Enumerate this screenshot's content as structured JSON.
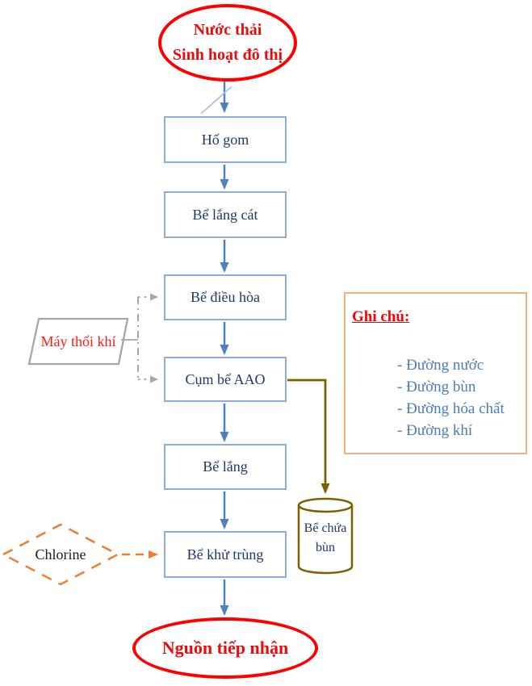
{
  "flowchart": {
    "source": {
      "line1": "Nước thải",
      "line2": "Sinh hoạt đô thị"
    },
    "steps": {
      "ho_gom": "Hố gom",
      "be_lang_cat": "Bể lắng cát",
      "be_dieu_hoa": "Bể điều hòa",
      "cum_be_aao": "Cụm bể AAO",
      "be_lang": "Bể lắng",
      "be_khu_trung": "Bể khử trùng"
    },
    "sink": "Nguồn tiếp nhận",
    "side_nodes": {
      "air_blower": "Máy thổi khí",
      "chlorine": "Chlorine",
      "sludge_tank_line1": "Bể chứa",
      "sludge_tank_line2": "bùn"
    }
  },
  "legend": {
    "title": "Ghi chú:",
    "items": [
      {
        "label": "- Đường nước",
        "style": "solid",
        "color": "#4f81bd"
      },
      {
        "label": "- Đường bùn",
        "style": "solid",
        "color": "#7f6000"
      },
      {
        "label": "- Đường hóa chất",
        "style": "dashed",
        "color": "#ed7d31"
      },
      {
        "label": "- Đường khí",
        "style": "dash-dot",
        "color": "#a6a6a6"
      }
    ]
  },
  "colors": {
    "water_line": "#4f81bd",
    "sludge_line": "#7f6000",
    "chemical_line": "#ed7d31",
    "air_line": "#a6a6a6",
    "process_border": "#8faadc",
    "process_text": "#1f3864",
    "terminal_red": "#ff0000",
    "legend_border": "#f4b183",
    "legend_text": "#4a7ebb"
  }
}
